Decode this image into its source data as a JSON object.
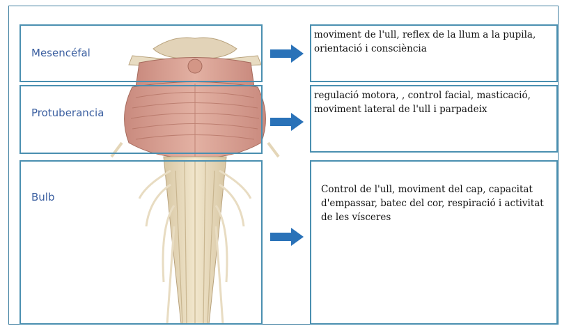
{
  "regions": [
    {
      "label": "Mesencéfal",
      "function": "moviment de l'ull, reflex de la llum a la pupila, orientació i consciència"
    },
    {
      "label": "Protuberancia",
      "function": "regulació motora, , control facial, masticació, moviment lateral de l'ull i parpadeix"
    },
    {
      "label": "Bulb",
      "function": "Control de l'ull, moviment del cap, capacitat d'empassar, batec del cor, respiració i activitat de les vísceres"
    }
  ],
  "colors": {
    "border": "#4a8fb0",
    "label": "#3b5fa0",
    "arrow": "#2a72b8"
  }
}
